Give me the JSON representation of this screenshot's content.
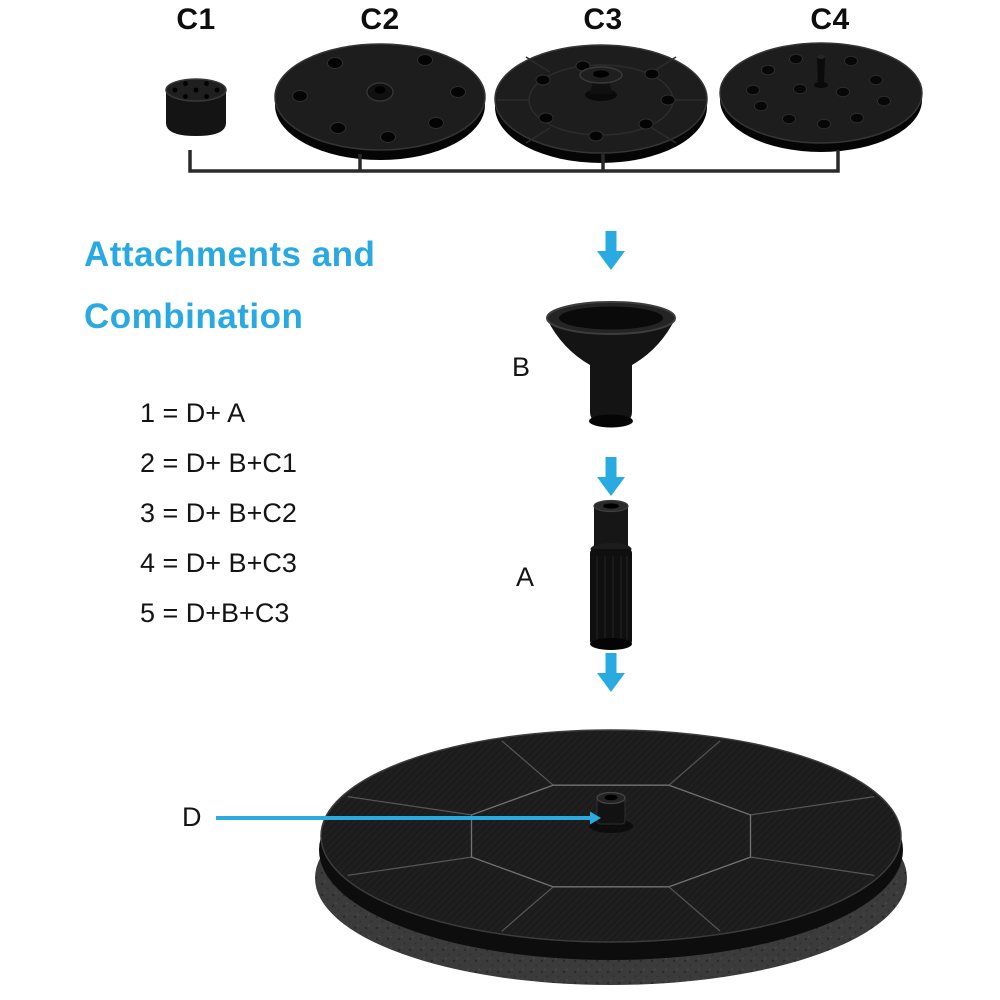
{
  "top_labels": {
    "c1": "C1",
    "c2": "C2",
    "c3": "C3",
    "c4": "C4"
  },
  "title": {
    "line1": "Attachments and",
    "line2": "Combination"
  },
  "combinations": {
    "items": [
      "1 = D+ A",
      "2 = D+ B+C1",
      "3 = D+ B+C2",
      "4 = D+ B+C3",
      "5 = D+B+C3"
    ]
  },
  "part_labels": {
    "b": "B",
    "a": "A",
    "d": "D"
  },
  "icons": {
    "down_arrow": "▼",
    "pointer_line": "→"
  },
  "colors": {
    "accent_blue": "#29abe2",
    "part_black": "#1c1c1c",
    "foam_gray": "#3b3b3b",
    "background": "#ffffff"
  }
}
